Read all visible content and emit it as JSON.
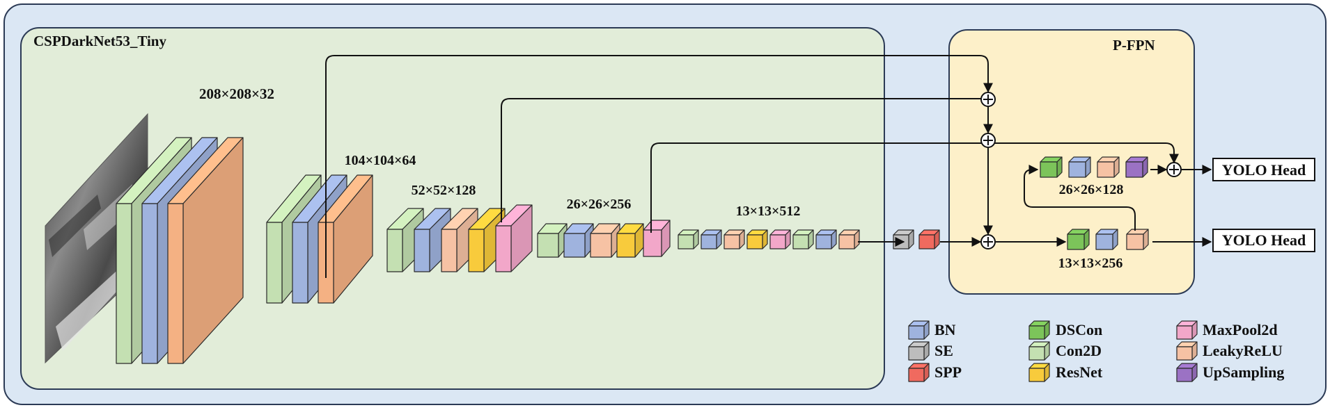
{
  "backbone_title": "CSPDarkNet53_Tiny",
  "neck_title": "P-FPN",
  "feature_labels": [
    "208×208×32",
    "104×104×64",
    "52×52×128",
    "26×26×256",
    "13×13×512"
  ],
  "fpn_labels": [
    "26×26×128",
    "13×13×256"
  ],
  "heads": [
    "YOLO Head",
    "YOLO Head"
  ],
  "legend": [
    {
      "label": "BN",
      "color": "#9fb3de"
    },
    {
      "label": "SE",
      "color": "#bdbdbd"
    },
    {
      "label": "SPP",
      "color": "#f06a5f"
    },
    {
      "label": "DSCon",
      "color": "#7cc45a"
    },
    {
      "label": "Con2D",
      "color": "#c4e0b2"
    },
    {
      "label": "ResNet",
      "color": "#f8cb3c"
    },
    {
      "label": "MaxPool2d",
      "color": "#f2a7c9"
    },
    {
      "label": "LeakyReLU",
      "color": "#f6c2a4"
    },
    {
      "label": "UpSampling",
      "color": "#9b72c4"
    }
  ],
  "colors": {
    "outer_bg": "#dbe7f4",
    "backbone_bg": "#e2edd9",
    "neck_bg": "#fdf0c9",
    "border": "#2b3a55",
    "bn": "#9fb3de",
    "se": "#bdbdbd",
    "spp": "#f06a5f",
    "dscon": "#7cc45a",
    "con2d": "#c4e0b2",
    "resnet": "#f8cb3c",
    "maxpool": "#f2a7c9",
    "leaky": "#f6c2a4",
    "upsampling": "#9b72c4",
    "big_orange": "#f4b183"
  }
}
